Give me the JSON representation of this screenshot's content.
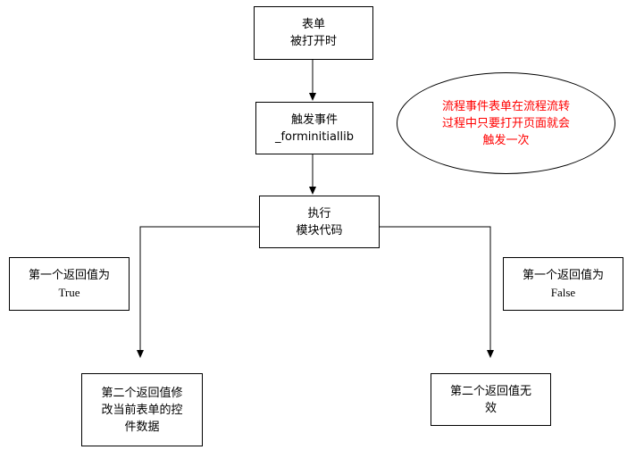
{
  "nodes": {
    "form_open": {
      "line1": "表单",
      "line2": "被打开时"
    },
    "trigger_event": {
      "line1": "触发事件",
      "line2": "_forminitiallib"
    },
    "execute": {
      "line1": "执行",
      "line2": "模块代码"
    },
    "first_true": {
      "line1": "第一个返回值为",
      "line2": "True"
    },
    "first_false": {
      "line1": "第一个返回值为",
      "line2": "False"
    },
    "second_modify": {
      "line1": "第二个返回值修",
      "line2": "改当前表单的控",
      "line3": "件数据"
    },
    "second_invalid": {
      "line1": "第二个返回值无",
      "line2": "效"
    }
  },
  "note": {
    "line1": "流程事件表单在流程流转",
    "line2": "过程中只要打开页面就会",
    "line3": "触发一次",
    "color": "#ff0000"
  },
  "colors": {
    "line": "#000000",
    "note_text": "#ff0000"
  }
}
